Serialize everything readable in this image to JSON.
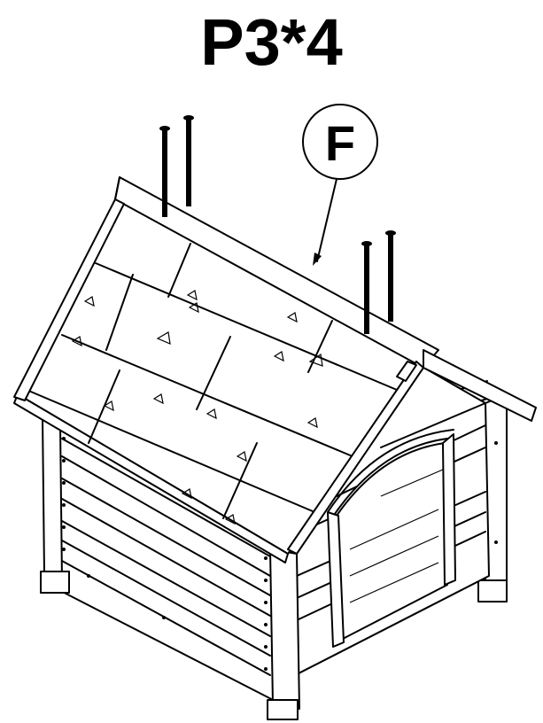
{
  "step_label": "P3*4",
  "callout": {
    "letter": "F"
  },
  "nail_count": 4
}
